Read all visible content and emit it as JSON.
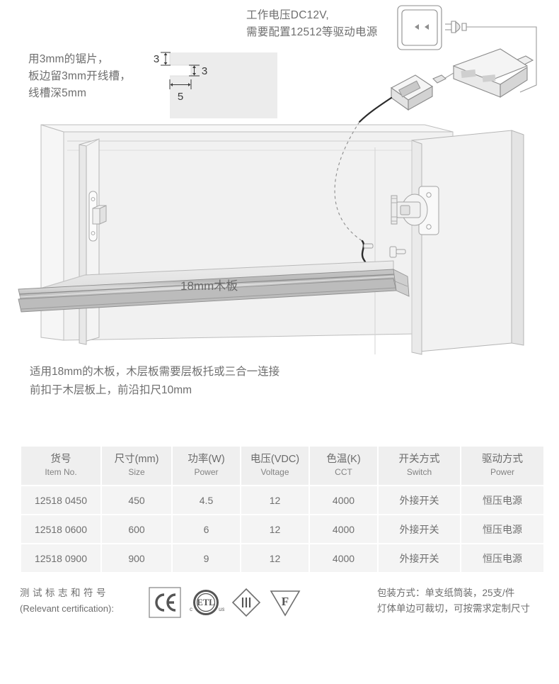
{
  "notes": {
    "saw_note": "用3mm的锯片，\n板边留3mm开线槽，\n线槽深5mm",
    "voltage_note": "工作电压DC12V,\n需要配置12512等驱动电源",
    "apply_note": "适用18mm的木板，木层板需要层板托或三合一连接\n前扣于木层板上，前沿扣尺10mm",
    "board_label": "18mm木板"
  },
  "groove": {
    "dim_top": "3",
    "dim_right": "3",
    "dim_bottom": "5"
  },
  "table": {
    "columns": [
      {
        "cn": "货号",
        "en": "Item No."
      },
      {
        "cn": "尺寸(mm)",
        "en": "Size"
      },
      {
        "cn": "功率(W)",
        "en": "Power"
      },
      {
        "cn": "电压(VDC)",
        "en": "Voltage"
      },
      {
        "cn": "色温(K)",
        "en": "CCT"
      },
      {
        "cn": "开关方式",
        "en": "Switch"
      },
      {
        "cn": "驱动方式",
        "en": "Power"
      }
    ],
    "rows": [
      {
        "item_no": "12518 0450",
        "size": "450",
        "power": "4.5",
        "voltage": "12",
        "cct": "4000",
        "switch": "外接开关",
        "driver": "恒压电源"
      },
      {
        "item_no": "12518 0600",
        "size": "600",
        "power": "6",
        "voltage": "12",
        "cct": "4000",
        "switch": "外接开关",
        "driver": "恒压电源"
      },
      {
        "item_no": "12518 0900",
        "size": "900",
        "power": "9",
        "voltage": "12",
        "cct": "4000",
        "switch": "外接开关",
        "driver": "恒压电源"
      }
    ]
  },
  "certification": {
    "label_cn": "测试标志和符号",
    "label_en": "(Relevant certification):",
    "marks": [
      "ce-mark-icon",
      "etl-mark-icon",
      "class-iii-mark-icon",
      "f-mark-icon"
    ],
    "etl_prefix": "c",
    "etl_text": "ETL",
    "etl_suffix": "us",
    "ce_text": "CE",
    "class_iii_text": "III",
    "f_text": "F"
  },
  "packaging": {
    "text": "包装方式：单支纸筒装，25支/件\n灯体单边可裁切，可按需求定制尺寸"
  },
  "colors": {
    "line": "#9a9a9a",
    "fill_light": "#f2f2f2",
    "fill_mid": "#e4e4e4",
    "fill_dark": "#c9c9c9",
    "text": "#6e6e6e",
    "cable": "#2b2b2b"
  }
}
